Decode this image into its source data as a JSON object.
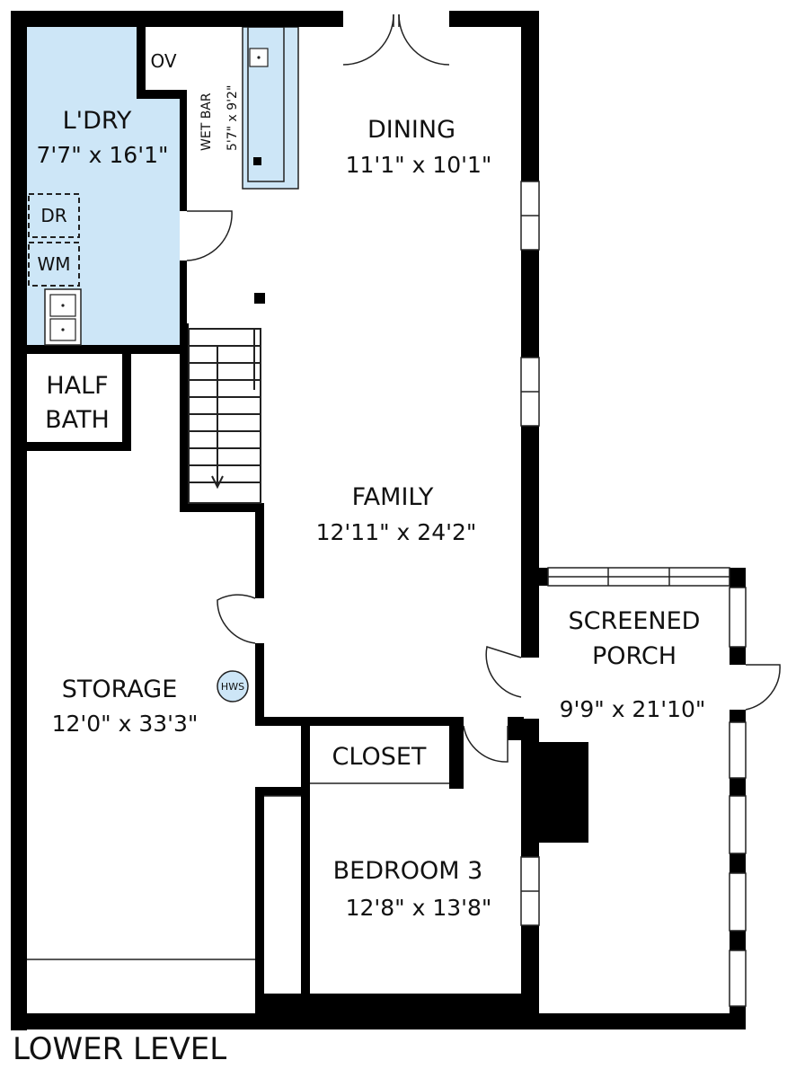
{
  "level_label": "LOWER LEVEL",
  "colors": {
    "wall": "#000000",
    "laundry_fill": "#cde6f7",
    "wetbar_fill": "#cde6f7",
    "background": "#ffffff"
  },
  "rooms": {
    "laundry": {
      "name": "L'DRY",
      "dims": "7'7\" x 16'1\""
    },
    "wet_bar": {
      "name": "WET BAR",
      "dims": "5'7\" x 9'2\""
    },
    "dining": {
      "name": "DINING",
      "dims": "11'1\" x 10'1\""
    },
    "half_bath": {
      "line1": "HALF",
      "line2": "BATH"
    },
    "family": {
      "name": "FAMILY",
      "dims": "12'11\" x 24'2\""
    },
    "screened_porch": {
      "line1": "SCREENED",
      "line2": "PORCH",
      "dims": "9'9\" x 21'10\""
    },
    "storage": {
      "name": "STORAGE",
      "dims": "12'0\" x 33'3\""
    },
    "closet": {
      "name": "CLOSET"
    },
    "bedroom3": {
      "name": "BEDROOM 3",
      "dims": "12'8\" x 13'8\""
    }
  },
  "fixtures": {
    "oven": "OV",
    "dryer": "DR",
    "washer": "WM",
    "water_heater": "HWS"
  }
}
